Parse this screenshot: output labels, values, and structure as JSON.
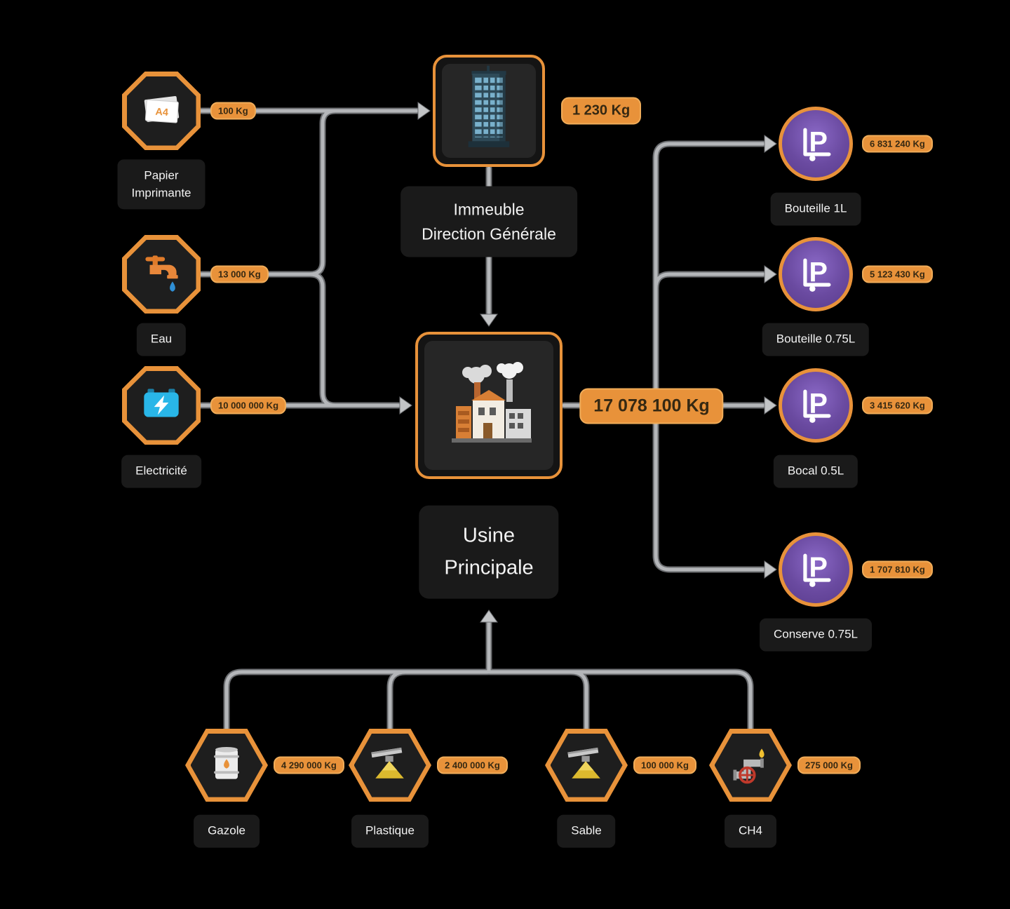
{
  "colors": {
    "background": "#000000",
    "accent_orange": "#E8923A",
    "line_gray": "#B4B6B9",
    "node_bg": "#1E1E1E",
    "label_bg": "#1A1A1A",
    "output_purple": "#6A4AA0"
  },
  "left_inputs": [
    {
      "label": "Papier\nImprimante",
      "badge": "100 Kg",
      "icon": "printer-paper-icon"
    },
    {
      "label": "Eau",
      "badge": "13 000 Kg",
      "icon": "water-faucet-icon"
    },
    {
      "label": "Electricité",
      "badge": "10 000 000 Kg",
      "icon": "electric-battery-icon"
    }
  ],
  "center_nodes": [
    {
      "label": "Immeuble\nDirection Générale",
      "badge": "1 230 Kg",
      "icon": "office-building-icon"
    },
    {
      "label": "Usine\nPrincipale",
      "badge": "17 078 100 Kg",
      "icon": "factory-icon"
    }
  ],
  "right_outputs": [
    {
      "label": "Bouteille 1L",
      "badge": "6 831 240 Kg",
      "icon": "pallet-truck-icon"
    },
    {
      "label": "Bouteille 0.75L",
      "badge": "5 123 430 Kg",
      "icon": "pallet-truck-icon"
    },
    {
      "label": "Bocal 0.5L",
      "badge": "3 415 620 Kg",
      "icon": "pallet-truck-icon"
    },
    {
      "label": "Conserve 0.75L",
      "badge": "1 707 810 Kg",
      "icon": "pallet-truck-icon"
    }
  ],
  "bottom_inputs": [
    {
      "label": "Gazole",
      "badge": "4 290 000 Kg",
      "icon": "oil-barrel-icon"
    },
    {
      "label": "Plastique",
      "badge": "2 400 000 Kg",
      "icon": "hopper-icon"
    },
    {
      "label": "Sable",
      "badge": "100 000 Kg",
      "icon": "hopper-icon"
    },
    {
      "label": "CH4",
      "badge": "275 000 Kg",
      "icon": "gas-pipe-icon"
    }
  ]
}
